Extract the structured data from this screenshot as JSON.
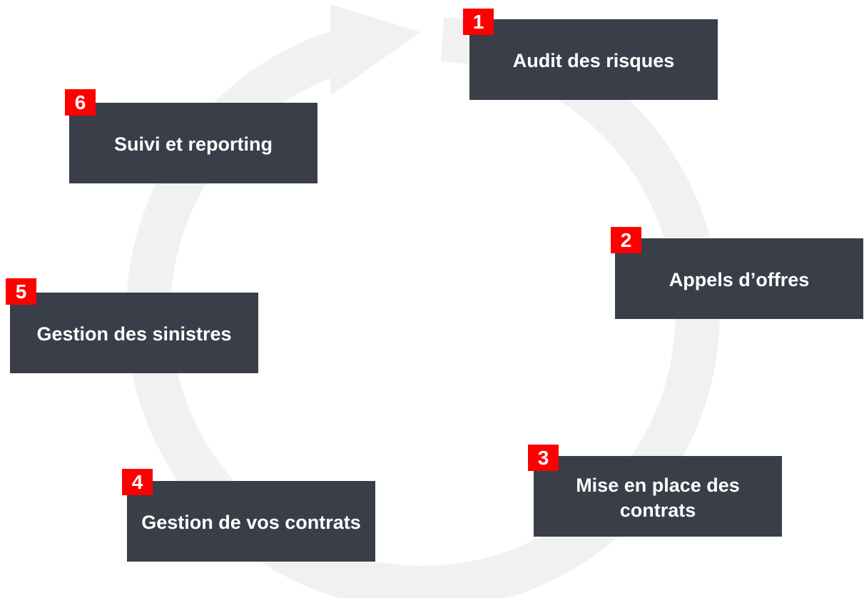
{
  "diagram": {
    "ring_color": "#f1f1f1",
    "box_color": "#393e48",
    "badge_color": "#fe0000",
    "text_color": "#ffffff",
    "steps": [
      {
        "number": "1",
        "label": "Audit des risques"
      },
      {
        "number": "2",
        "label": "Appels d’offres"
      },
      {
        "number": "3",
        "label": "Mise en place des contrats"
      },
      {
        "number": "4",
        "label": "Gestion de vos contrats"
      },
      {
        "number": "5",
        "label": "Gestion des sinistres"
      },
      {
        "number": "6",
        "label": "Suivi et reporting"
      }
    ]
  }
}
